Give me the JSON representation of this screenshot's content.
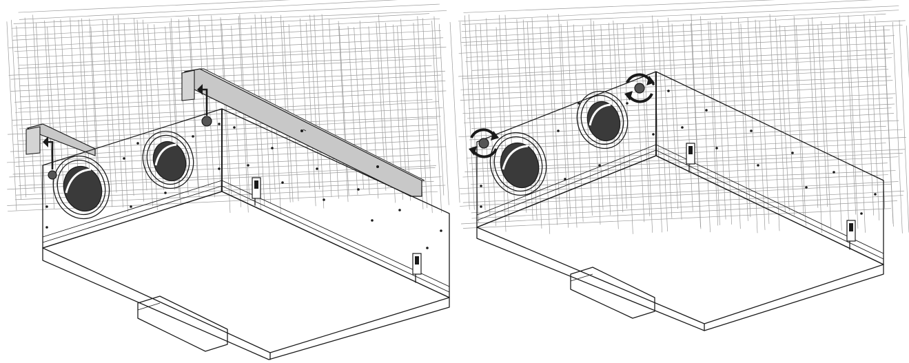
{
  "figure": {
    "panels": [
      {
        "id": "left",
        "step": "hook-unit-onto-wall-brackets",
        "icons": [
          "arrow-up-icon",
          "arrow-up-icon"
        ]
      },
      {
        "id": "right",
        "step": "tighten-fixing-screws",
        "icons": [
          "rotate-icon",
          "rotate-icon"
        ]
      }
    ],
    "colors": {
      "line": "#1a1a1a",
      "mesh": "#9a9a9a",
      "rail": "#c8c8c8",
      "duct_interior": "#3a3a3a",
      "panel_fill": "#ffffff"
    }
  }
}
